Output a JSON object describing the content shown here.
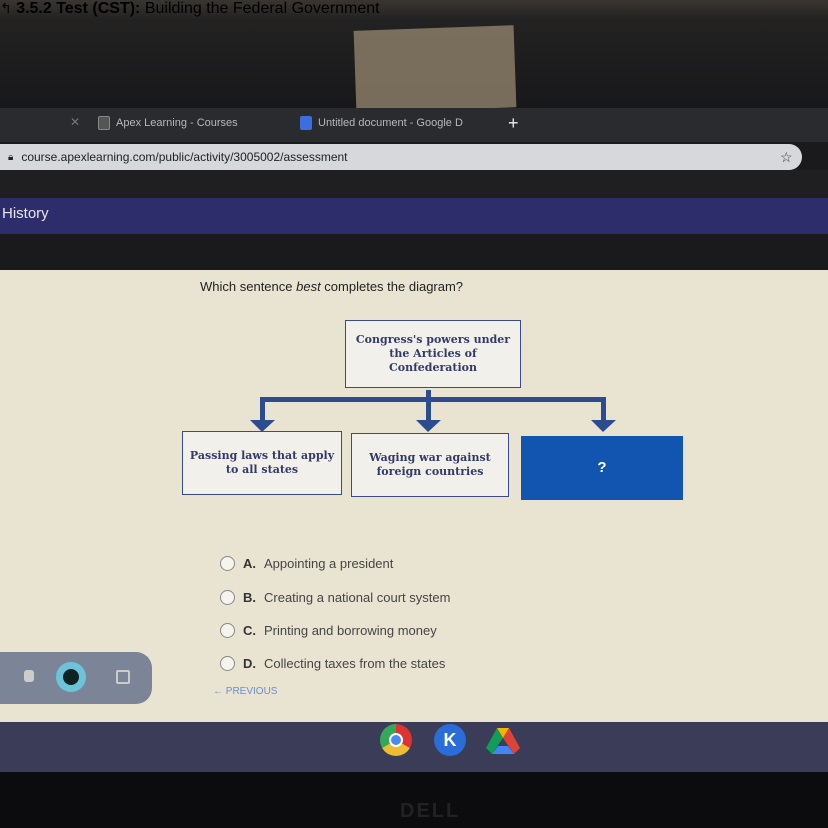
{
  "browser": {
    "tabs": [
      {
        "label": "Apex Learning - Courses"
      },
      {
        "label": "Untitled document - Google D"
      }
    ],
    "new_tab": "+",
    "url": "course.apexlearning.com/public/activity/3005002/assessment"
  },
  "header": {
    "course": "History"
  },
  "subheader": {
    "code": "3.5.2 Test (CST):",
    "title": "Building the Federal Government"
  },
  "question": {
    "pre": "Which sentence ",
    "emph": "best",
    "post": " completes the diagram?"
  },
  "diagram": {
    "top": "Congress's powers under the Articles of Confederation",
    "children": [
      "Passing laws that apply to all states",
      "Waging war against foreign countries",
      "?"
    ],
    "accent": "#1155b0"
  },
  "options": [
    {
      "letter": "A.",
      "text": "Appointing a president"
    },
    {
      "letter": "B.",
      "text": "Creating a national court system"
    },
    {
      "letter": "C.",
      "text": "Printing and borrowing money"
    },
    {
      "letter": "D.",
      "text": "Collecting taxes from the states"
    }
  ],
  "nav": {
    "previous": "← PREVIOUS"
  },
  "shelf": {
    "apps": [
      {
        "name": "chrome"
      },
      {
        "name": "kami",
        "label": "K"
      },
      {
        "name": "drive"
      }
    ]
  },
  "bezel": {
    "brand": "DELL"
  }
}
